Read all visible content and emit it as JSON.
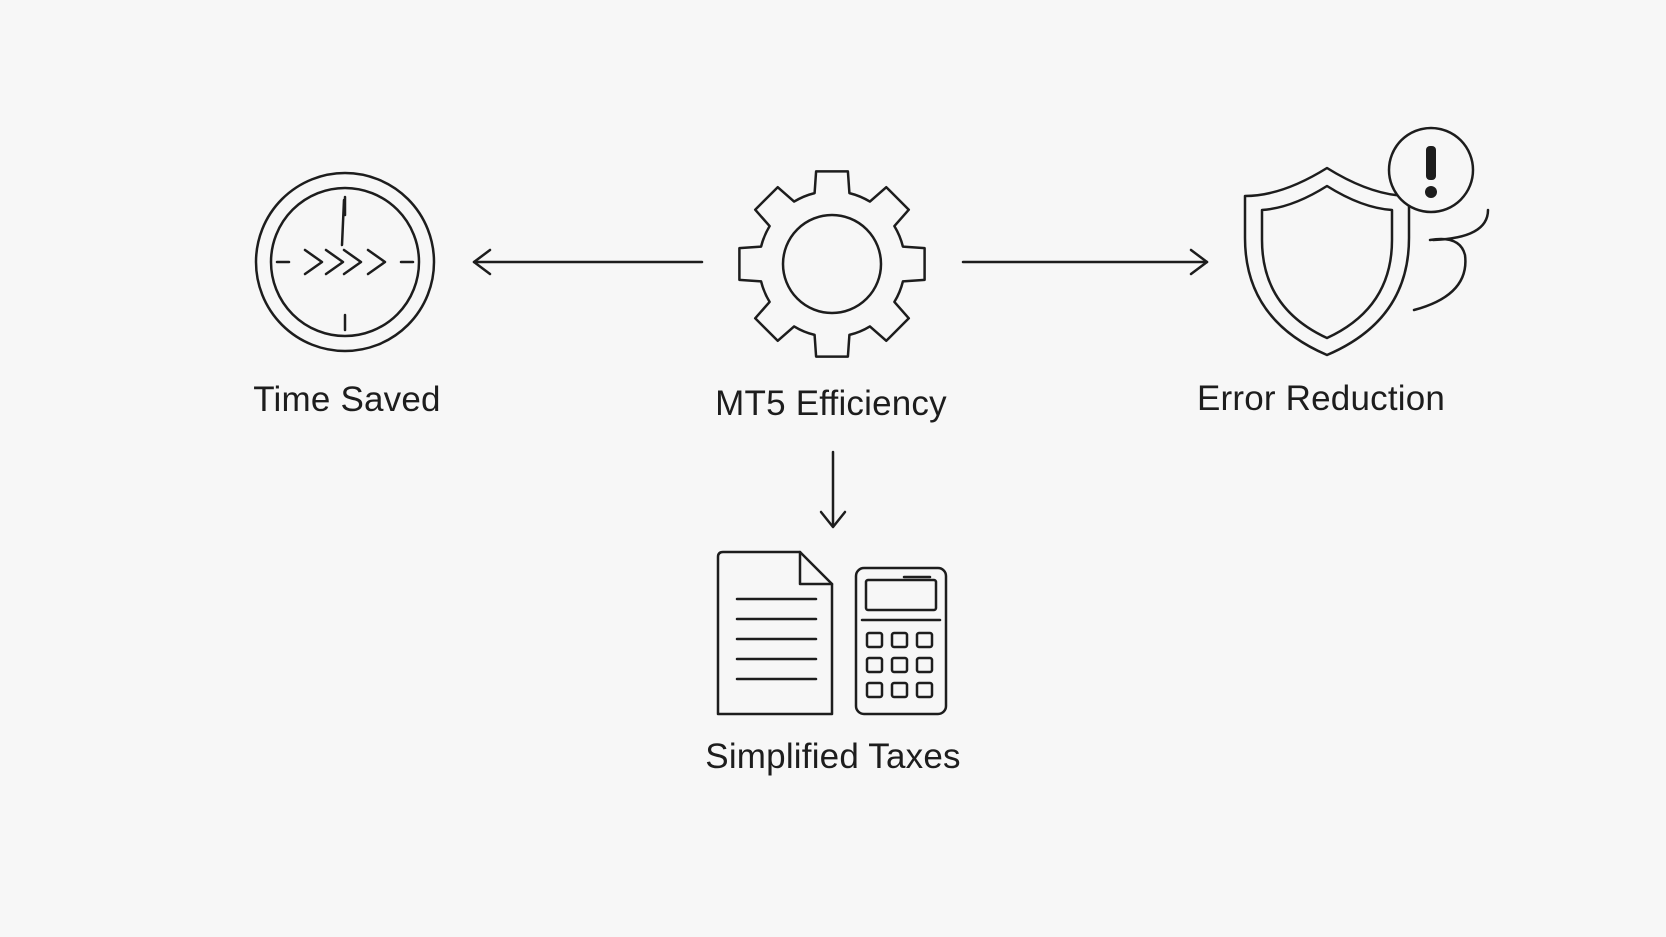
{
  "diagram": {
    "center": {
      "label": "MT5 Efficiency",
      "icon": "gear-icon"
    },
    "nodes": [
      {
        "id": "time",
        "label": "Time Saved",
        "icon": "clock-fast-forward-icon"
      },
      {
        "id": "error",
        "label": "Error Reduction",
        "icon": "shield-alert-icon"
      },
      {
        "id": "taxes",
        "label": "Simplified Taxes",
        "icon": "document-calculator-icon"
      }
    ],
    "colors": {
      "background": "#f7f7f7",
      "stroke": "#1d1d1d"
    }
  }
}
